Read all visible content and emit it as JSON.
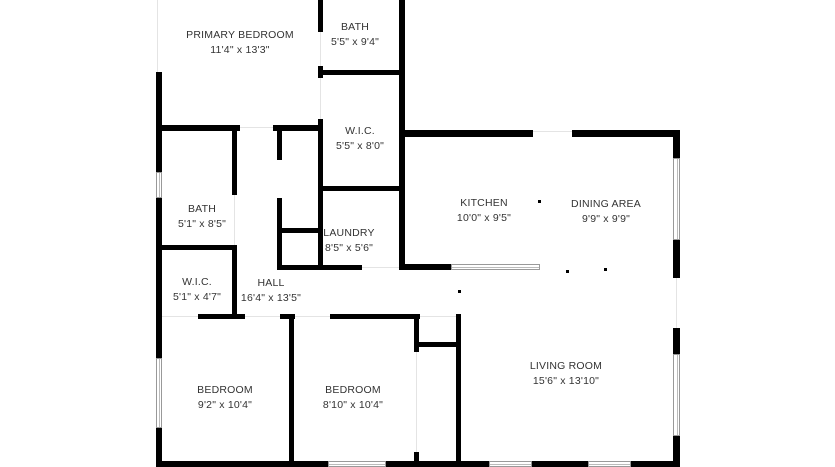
{
  "floorplan": {
    "rooms": [
      {
        "id": "primary-bedroom",
        "name": "PRIMARY BEDROOM",
        "dims": "11'4\" x 13'3\""
      },
      {
        "id": "bath-primary",
        "name": "BATH",
        "dims": "5'5\" x 9'4\""
      },
      {
        "id": "wic-primary",
        "name": "W.I.C.",
        "dims": "5'5\" x 8'0\""
      },
      {
        "id": "bath-hall",
        "name": "BATH",
        "dims": "5'1\" x 8'5\""
      },
      {
        "id": "laundry",
        "name": "LAUNDRY",
        "dims": "8'5\" x 5'6\""
      },
      {
        "id": "wic-hall",
        "name": "W.I.C.",
        "dims": "5'1\" x 4'7\""
      },
      {
        "id": "hall",
        "name": "HALL",
        "dims": "16'4\" x 13'5\""
      },
      {
        "id": "kitchen",
        "name": "KITCHEN",
        "dims": "10'0\" x 9'5\""
      },
      {
        "id": "dining-area",
        "name": "DINING AREA",
        "dims": "9'9\" x 9'9\""
      },
      {
        "id": "bedroom-1",
        "name": "BEDROOM",
        "dims": "9'2\" x 10'4\""
      },
      {
        "id": "bedroom-2",
        "name": "BEDROOM",
        "dims": "8'10\" x 10'4\""
      },
      {
        "id": "living-room",
        "name": "LIVING ROOM",
        "dims": "15'6\" x 13'10\""
      }
    ]
  }
}
